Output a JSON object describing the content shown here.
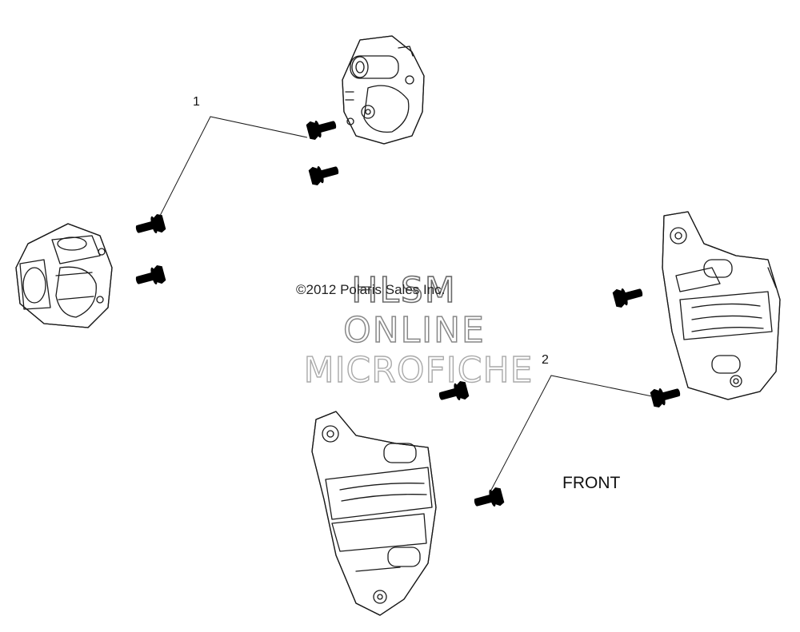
{
  "callouts": [
    {
      "label": "1"
    },
    {
      "label": "2"
    }
  ],
  "orientation_label": "FRONT",
  "copyright": "©2012 Polaris Sales Inc.",
  "watermark": {
    "line1": "HLSM",
    "line2": "ONLINE",
    "line3": "MICROFICHE"
  },
  "parts": [
    "brake-caliper-top",
    "brake-caliper-left",
    "brake-caliper-right",
    "brake-caliper-bottom",
    "flange-bolt"
  ]
}
